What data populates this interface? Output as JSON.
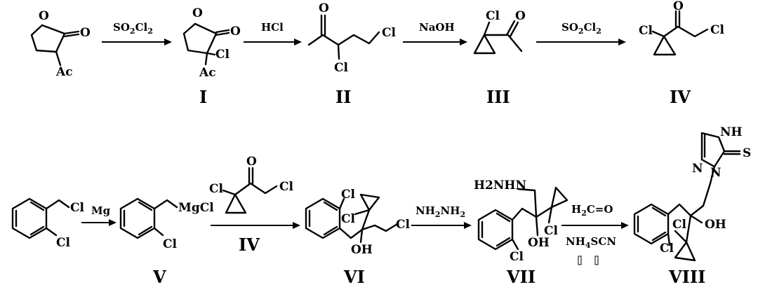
{
  "reagents": {
    "r1": "SO2Cl2",
    "r2": "HCl",
    "r3": "NaOH",
    "r4": "SO2Cl2",
    "r5": "Mg",
    "r6": "NH2NH2",
    "r7a": "H2C=O",
    "r7b": "NH4SCN"
  },
  "compounds": {
    "I": "I",
    "II": "II",
    "III": "III",
    "IV": "IV",
    "V": "V",
    "IVb": "IV",
    "VI": "VI",
    "VII": "VII",
    "VIII": "VIII"
  },
  "atoms": {
    "O": "O",
    "Cl": "Cl",
    "Ac": "Ac",
    "OH": "OH",
    "MgCl": "MgCl",
    "H2NHN": "H2NHN",
    "NH": "NH",
    "N": "N",
    "S": "S"
  }
}
